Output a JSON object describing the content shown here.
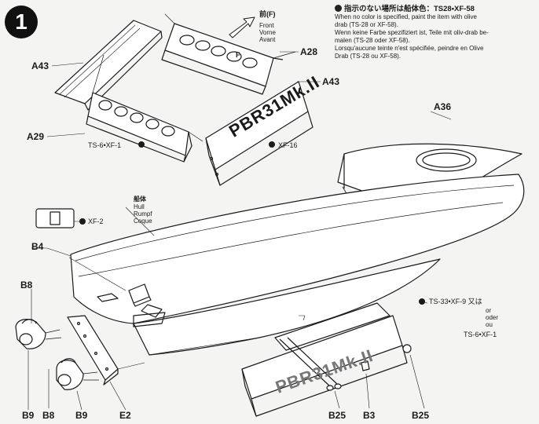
{
  "step": "1",
  "note": {
    "title": "指示のない場所は船体色：TS28•XF-58",
    "lines": [
      "When no color is specified, paint the item with olive",
      "drab (TS-28 or XF-58).",
      "Wenn keine Farbe spezifiziert ist, Teile mit oliv-drab be-",
      "malen (TS-28 oder XF-58).",
      "Lorsqu'aucune teinte n'est spécifiée, peindre en Olive",
      "Drab (TS-28 ou XF-58)."
    ]
  },
  "front": {
    "title": "前(F)",
    "en": "Front",
    "de": "Vorne",
    "fr": "Avant"
  },
  "hull": {
    "jp": "船体",
    "en": "Hull",
    "de": "Rumpf",
    "fr": "Coque"
  },
  "parts": {
    "a43_left": "A43",
    "a28": "A28",
    "a43_right": "A43",
    "a36": "A36",
    "a29": "A29",
    "b4": "B4",
    "b8_top": "B8",
    "b9_left": "B9",
    "b8_bottom": "B8",
    "b9_bottom": "B9",
    "e2": "E2",
    "b25_left": "B25",
    "b3": "B3",
    "b25_right": "B25"
  },
  "paint": {
    "ts6_xf1": "TS-6•XF-1",
    "xf16": "XF-16",
    "xf2": "XF-2",
    "ts33_xf9": "TS-33•XF-9 又は",
    "or_en": "or",
    "or_de": "oder",
    "or_fr": "ou",
    "ts6_xf1_alt": "TS-6•XF-1"
  },
  "stand_text": "PBR31Mk.II",
  "stand_text_bottom": "PBR31Mk.II",
  "part_f_mark": "F"
}
